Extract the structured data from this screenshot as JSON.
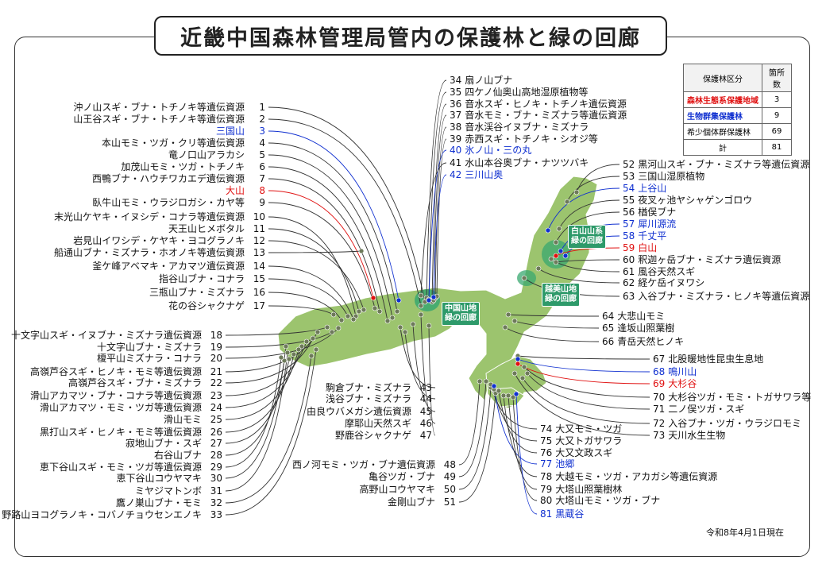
{
  "title": "近畿中国森林管理局管内の保護林と緑の回廊",
  "date": "令和8年4月1日現在",
  "legend": {
    "headers": [
      "保護林区分",
      "箇所数"
    ],
    "rows": [
      {
        "name": "森林生態系保護地域",
        "count": "3"
      },
      {
        "name": "生物群集保護林",
        "count": "9"
      },
      {
        "name": "希少個体群保護林",
        "count": "69"
      },
      {
        "name": "計",
        "count": "81"
      }
    ]
  },
  "corridors": [
    "中国山地\n緑の回廊",
    "白山山系\n緑の回廊",
    "越美山地\n緑の回廊"
  ],
  "colors": {
    "land": "#9cc46e",
    "corridor": "#3aa870",
    "blue": "#1030d0",
    "red": "#e01010"
  },
  "forests": [
    {
      "n": "1",
      "name": "沖ノ山スギ・ブナ・トチノキ等遺伝資源",
      "cat": "希少"
    },
    {
      "n": "2",
      "name": "山王谷スギ・ブナ・トチノキ等遺伝資源",
      "cat": "希少"
    },
    {
      "n": "3",
      "name": "三国山",
      "cat": "生物群集"
    },
    {
      "n": "4",
      "name": "本山モミ・ツガ・クリ等遺伝資源",
      "cat": "希少"
    },
    {
      "n": "5",
      "name": "竜ノ口山アラカシ",
      "cat": "希少"
    },
    {
      "n": "6",
      "name": "加茂山モミ・ツガ・トチノキ",
      "cat": "希少"
    },
    {
      "n": "7",
      "name": "西鴨ブナ・ハウチワカエデ遺伝資源",
      "cat": "希少"
    },
    {
      "n": "8",
      "name": "大山",
      "cat": "森林生態系"
    },
    {
      "n": "9",
      "name": "臥牛山モミ・ウラジロガシ・カヤ等",
      "cat": "希少"
    },
    {
      "n": "10",
      "name": "末光山ケヤキ・イヌシデ・コナラ等遺伝資源",
      "cat": "希少"
    },
    {
      "n": "11",
      "name": "天王山ヒメボタル",
      "cat": "希少"
    },
    {
      "n": "12",
      "name": "岩見山イワシデ・ケヤキ・ヨコグラノキ",
      "cat": "希少"
    },
    {
      "n": "13",
      "name": "船通山ブナ・ミズナラ・ホオノキ等遺伝資源",
      "cat": "希少"
    },
    {
      "n": "14",
      "name": "釜ケ峰アベマキ・アカマツ遺伝資源",
      "cat": "希少"
    },
    {
      "n": "15",
      "name": "指谷山ブナ・コナラ",
      "cat": "希少"
    },
    {
      "n": "16",
      "name": "三瓶山ブナ・ミズナラ",
      "cat": "希少"
    },
    {
      "n": "17",
      "name": "花の谷シャクナゲ",
      "cat": "希少"
    },
    {
      "n": "18",
      "name": "十文字山スギ・イヌブナ・ミズナラ遺伝資源",
      "cat": "希少"
    },
    {
      "n": "19",
      "name": "十文字山ブナ・ミズナラ",
      "cat": "希少"
    },
    {
      "n": "20",
      "name": "榎平山ミズナラ・コナラ",
      "cat": "希少"
    },
    {
      "n": "21",
      "name": "高嶺芦谷スギ・ヒノキ・モミ等遺伝資源",
      "cat": "希少"
    },
    {
      "n": "22",
      "name": "高嶺芦谷スギ・ブナ・ミズナラ",
      "cat": "希少"
    },
    {
      "n": "23",
      "name": "滑山アカマツ・ブナ・コナラ等遺伝資源",
      "cat": "希少"
    },
    {
      "n": "24",
      "name": "滑山アカマツ・モミ・ツガ等遺伝資源",
      "cat": "希少"
    },
    {
      "n": "25",
      "name": "滑山モミ",
      "cat": "希少"
    },
    {
      "n": "26",
      "name": "黒打山スギ・ヒノキ・モミ等遺伝資源",
      "cat": "希少"
    },
    {
      "n": "27",
      "name": "寂地山ブナ・スギ",
      "cat": "希少"
    },
    {
      "n": "28",
      "name": "右谷山ブナ",
      "cat": "希少"
    },
    {
      "n": "29",
      "name": "恵下谷山スギ・モミ・ツガ等遺伝資源",
      "cat": "希少"
    },
    {
      "n": "30",
      "name": "恵下谷山コウヤマキ",
      "cat": "希少"
    },
    {
      "n": "31",
      "name": "ミヤジマトンボ",
      "cat": "希少"
    },
    {
      "n": "32",
      "name": "鷹ノ巣山ブナ・モミ",
      "cat": "希少"
    },
    {
      "n": "33",
      "name": "野路山ヨコグラノキ・コバノチョウセンエノキ",
      "cat": "希少"
    },
    {
      "n": "34",
      "name": "扇ノ山ブナ",
      "cat": "希少"
    },
    {
      "n": "35",
      "name": "四ケノ仙奥山高地湿原植物等",
      "cat": "希少"
    },
    {
      "n": "36",
      "name": "音水スギ・ヒノキ・トチノキ遺伝資源",
      "cat": "希少"
    },
    {
      "n": "37",
      "name": "音水モミ・ブナ・ミズナラ等遺伝資源",
      "cat": "希少"
    },
    {
      "n": "38",
      "name": "音水渓谷イヌブナ・ミズナラ",
      "cat": "希少"
    },
    {
      "n": "39",
      "name": "赤西スギ・トチノキ・シオジ等",
      "cat": "希少"
    },
    {
      "n": "40",
      "name": "氷ノ山・三の丸",
      "cat": "生物群集"
    },
    {
      "n": "41",
      "name": "水山本谷奥ブナ・ナツツバキ",
      "cat": "希少"
    },
    {
      "n": "42",
      "name": "三川山奥",
      "cat": "生物群集"
    },
    {
      "n": "43",
      "name": "駒倉ブナ・ミズナラ",
      "cat": "希少"
    },
    {
      "n": "44",
      "name": "浅谷ブナ・ミズナラ",
      "cat": "希少"
    },
    {
      "n": "45",
      "name": "由良ウバメガシ遺伝資源",
      "cat": "希少"
    },
    {
      "n": "46",
      "name": "摩耶山天然スギ",
      "cat": "希少"
    },
    {
      "n": "47",
      "name": "野鹿谷シャクナゲ",
      "cat": "希少"
    },
    {
      "n": "48",
      "name": "西ノ河モミ・ツガ・ブナ遺伝資源",
      "cat": "希少"
    },
    {
      "n": "49",
      "name": "亀谷ツガ・ブナ",
      "cat": "希少"
    },
    {
      "n": "50",
      "name": "高野山コウヤマキ",
      "cat": "希少"
    },
    {
      "n": "51",
      "name": "金剛山ブナ",
      "cat": "希少"
    },
    {
      "n": "52",
      "name": "黒河山スギ・ブナ・ミズナラ等遺伝資源",
      "cat": "希少"
    },
    {
      "n": "53",
      "name": "三国山湿原植物",
      "cat": "希少"
    },
    {
      "n": "54",
      "name": "上谷山",
      "cat": "生物群集"
    },
    {
      "n": "55",
      "name": "夜叉ヶ池ヤシャゲンゴロウ",
      "cat": "希少"
    },
    {
      "n": "56",
      "name": "楢俣ブナ",
      "cat": "希少"
    },
    {
      "n": "57",
      "name": "犀川源流",
      "cat": "生物群集"
    },
    {
      "n": "58",
      "name": "千丈平",
      "cat": "生物群集"
    },
    {
      "n": "59",
      "name": "白山",
      "cat": "森林生態系"
    },
    {
      "n": "60",
      "name": "釈迦ヶ岳ブナ・ミズナラ遺伝資源",
      "cat": "希少"
    },
    {
      "n": "61",
      "name": "風谷天然スギ",
      "cat": "希少"
    },
    {
      "n": "62",
      "name": "経ケ岳イヌワシ",
      "cat": "希少"
    },
    {
      "n": "63",
      "name": "入谷ブナ・ミズナラ・ヒノキ等遺伝資源",
      "cat": "希少"
    },
    {
      "n": "64",
      "name": "大悲山モミ",
      "cat": "希少"
    },
    {
      "n": "65",
      "name": "逢坂山照葉樹",
      "cat": "希少"
    },
    {
      "n": "66",
      "name": "青岳天然ヒノキ",
      "cat": "希少"
    },
    {
      "n": "67",
      "name": "北股暖地性昆虫生息地",
      "cat": "希少"
    },
    {
      "n": "68",
      "name": "鳴川山",
      "cat": "生物群集"
    },
    {
      "n": "69",
      "name": "大杉谷",
      "cat": "森林生態系"
    },
    {
      "n": "70",
      "name": "大杉谷ツガ・モミ・トガサワラ等",
      "cat": "希少"
    },
    {
      "n": "71",
      "name": "二ノ俣ツガ・スギ",
      "cat": "希少"
    },
    {
      "n": "72",
      "name": "入谷ブナ・ツガ・ウラジロモミ",
      "cat": "希少"
    },
    {
      "n": "73",
      "name": "天川水生生物",
      "cat": "希少"
    },
    {
      "n": "74",
      "name": "大又モミ・ツガ",
      "cat": "希少"
    },
    {
      "n": "75",
      "name": "大又トガサワラ",
      "cat": "希少"
    },
    {
      "n": "76",
      "name": "大又文政スギ",
      "cat": "希少"
    },
    {
      "n": "77",
      "name": "池郷",
      "cat": "生物群集"
    },
    {
      "n": "78",
      "name": "大越モミ・ツガ・アカガシ等遺伝資源",
      "cat": "希少"
    },
    {
      "n": "79",
      "name": "大塔山照葉樹林",
      "cat": "希少"
    },
    {
      "n": "80",
      "name": "大塔山モミ・ツガ・ブナ",
      "cat": "希少"
    },
    {
      "n": "81",
      "name": "黒蔵谷",
      "cat": "生物群集"
    }
  ]
}
